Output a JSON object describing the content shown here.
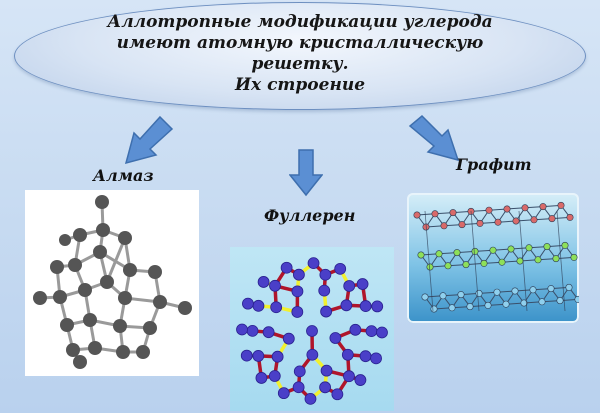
{
  "header": {
    "lines": [
      "Аллотропные  модификации  углерода",
      "имеют атомную кристаллическую",
      "решетку.",
      "Их строение"
    ]
  },
  "labels": {
    "diamond": "Алмаз",
    "fullerene": "Фуллерен",
    "graphite": "Графит"
  },
  "colors": {
    "arrow": "#5b8fd3",
    "diamond_atom": "#555555",
    "fullerene_atom": "#4a3fc8",
    "fullerene_bond_red": "#b0152a",
    "fullerene_bond_yellow": "#f2f02e",
    "graphite_top": "#d96a6a",
    "graphite_middle": "#8ee05a",
    "graphite_bottom": "#8fd0ee"
  }
}
